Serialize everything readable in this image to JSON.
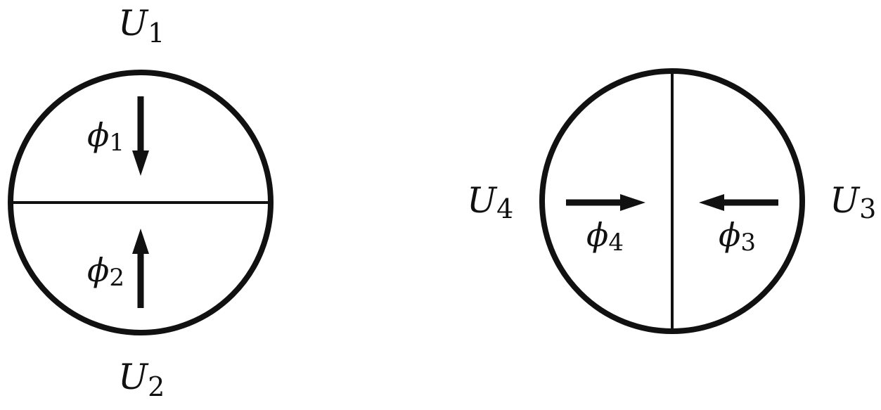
{
  "labels": {
    "u1": {
      "base": "U",
      "sub": "1"
    },
    "u2": {
      "base": "U",
      "sub": "2"
    },
    "u3": {
      "base": "U",
      "sub": "3"
    },
    "u4": {
      "base": "U",
      "sub": "4"
    },
    "phi1": {
      "base": "ϕ",
      "sub": "1"
    },
    "phi2": {
      "base": "ϕ",
      "sub": "2"
    },
    "phi3": {
      "base": "ϕ",
      "sub": "3"
    },
    "phi4": {
      "base": "ϕ",
      "sub": "4"
    }
  },
  "colors": {
    "stroke": "#111111",
    "background": "#ffffff"
  }
}
